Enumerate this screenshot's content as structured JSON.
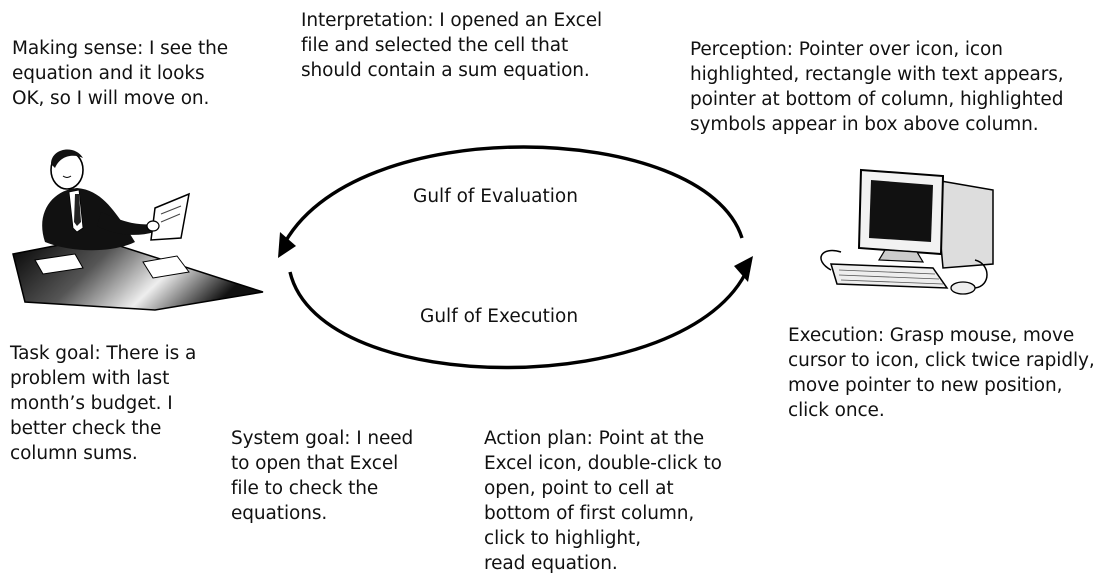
{
  "stages": {
    "making_sense": "Making sense: I see the\nequation and it looks\nOK, so I will move on.",
    "interpretation": "Interpretation: I opened an Excel\nfile and selected the cell that\nshould contain a sum equation.",
    "perception": "Perception: Pointer over icon, icon\nhighlighted, rectangle with text appears,\npointer at bottom of column, highlighted\nsymbols appear in box above column.",
    "task_goal": "Task goal: There is a\nproblem with last\nmonth’s budget. I\nbetter check the\ncolumn sums.",
    "system_goal": "System goal: I need\nto open that Excel\nfile to check the\nequations.",
    "action_plan": "Action plan: Point at the\nExcel icon, double-click to\nopen, point to cell at\nbottom of first column,\nclick to highlight,\nread equation.",
    "execution": "Execution: Grasp mouse, move\ncursor to icon, click twice rapidly,\nmove pointer to new position,\nclick once."
  },
  "gulfs": {
    "evaluation": "Gulf of Evaluation",
    "execution": "Gulf of Execution"
  },
  "icons": {
    "user": "person-at-desk-icon",
    "computer": "desktop-computer-icon"
  }
}
